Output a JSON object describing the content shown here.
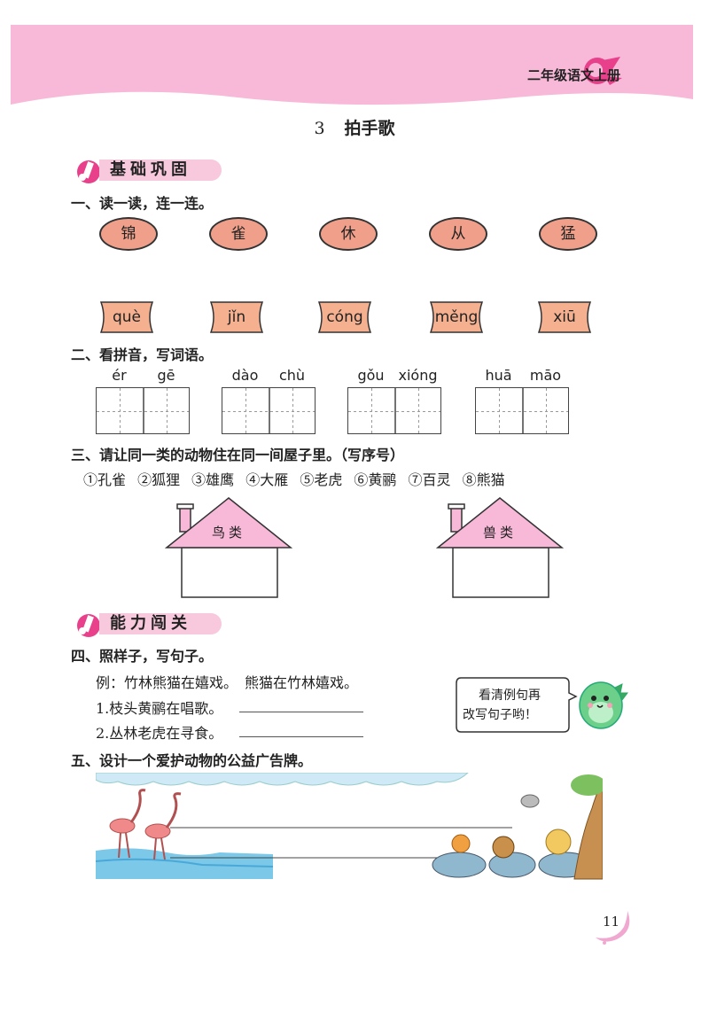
{
  "header": {
    "series": "二年级语文上册"
  },
  "lesson": {
    "number": "3",
    "title": "拍手歌"
  },
  "section1": {
    "label": "基础巩固"
  },
  "section2": {
    "label": "能力闯关"
  },
  "q1": {
    "title": "一、读一读，连一连。",
    "chars": [
      "锦",
      "雀",
      "休",
      "从",
      "猛"
    ],
    "pinyin": [
      "què",
      "jǐn",
      "cóng",
      "měng",
      "xiū"
    ]
  },
  "q2": {
    "title": "二、看拼音，写词语。",
    "words": [
      {
        "p1": "ér",
        "p2": "gē"
      },
      {
        "p1": "dào",
        "p2": "chù"
      },
      {
        "p1": "gǒu",
        "p2": "xióng"
      },
      {
        "p1": "huā",
        "p2": "māo"
      }
    ]
  },
  "q3": {
    "title": "三、请让同一类的动物住在同一间屋子里。（写序号）",
    "animals": "①孔雀 ②狐狸 ③雄鹰 ④大雁 ⑤老虎 ⑥黄鹂 ⑦百灵 ⑧熊猫",
    "houses": [
      "鸟类",
      "兽类"
    ]
  },
  "q4": {
    "title": "四、照样子，写句子。",
    "example": "例：竹林熊猫在嬉戏。　熊猫在竹林嬉戏。",
    "items": [
      "1.枝头黄鹂在唱歌。",
      "2.丛林老虎在寻食。"
    ],
    "bubble_line1": "看清例句再",
    "bubble_line2": "改写句子哟！"
  },
  "q5": {
    "title": "五、设计一个爱护动物的公益广告牌。"
  },
  "colors": {
    "pink": "#f8b8d8",
    "oval": "#f0a08a",
    "tag": "#f5b090"
  },
  "page_number": "11"
}
